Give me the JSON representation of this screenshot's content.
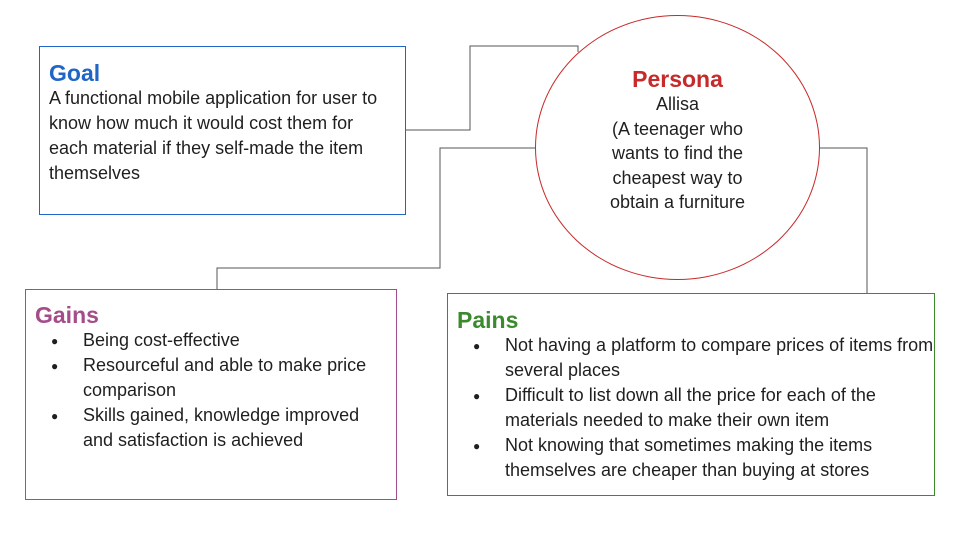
{
  "goal": {
    "title": "Goal",
    "text": "A functional mobile application for user to know how much it would cost them for each material if they self-made the item themselves"
  },
  "persona": {
    "title": "Persona",
    "lines": [
      "Allisa",
      "(A teenager who",
      "wants to find the",
      "cheapest way to",
      "obtain a furniture"
    ]
  },
  "gains": {
    "title": "Gains",
    "items": [
      "Being cost-effective",
      "Resourceful and able to make price comparison",
      "Skills gained, knowledge improved and satisfaction is achieved"
    ]
  },
  "pains": {
    "title": "Pains",
    "items": [
      "Not having a platform to compare prices of items from several places",
      "Difficult to list down all the price for each of the materials needed to make their own item",
      "Not knowing that sometimes making the items themselves are cheaper than buying at stores"
    ]
  },
  "colors": {
    "goal": "#1f66c6",
    "persona": "#c62a2a",
    "gains": "#a44d8a",
    "pains": "#3c8a2e",
    "connector": "#555555"
  }
}
